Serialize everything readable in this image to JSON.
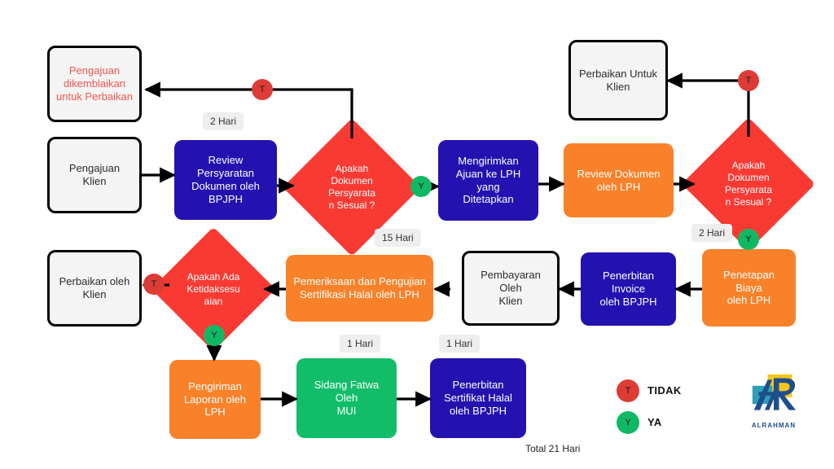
{
  "diagram": {
    "title": "Alur Proses Sertifikasi Halal",
    "colors": {
      "plain_fill": "#f4f4f4",
      "plain_border": "#000000",
      "blue": "#2312b0",
      "orange": "#f9812a",
      "red": "#f93a33",
      "green": "#12bd6a",
      "badge_no": "#dd3b35",
      "badge_yes": "#11b863",
      "red_text": "#f4554f",
      "day_label_bg": "#eeeeee"
    }
  },
  "nodes": {
    "pengajuan_dikembalikan": "Pengajuan\ndikemblaikan\nuntuk Perbaikan",
    "pengajuan_klien": "Pengajuan Klien",
    "review_persyaratan": "Review\nPersyaratan\nDokumen oleh\nBPJPH",
    "diamond_dokumen_1": "Apakah\nDokumen\nPersyarata\nn Sesual ?",
    "mengirimkan_ajuan": "Mengirimkan\nAjuan ke LPH yang\nDitetapkan",
    "review_dokumen_lph": "Review Dokumen\noleh LPH",
    "perbaikan_untuk_klien": "Perbaikan Untuk\nKlien",
    "diamond_dokumen_2": "Apakah\nDokumen\nPersyarata\nn Sesual ?",
    "penetapan_biaya": "Penetapan Biaya\noleh LPH",
    "penerbitan_invoice": "Penerbitan Invoice\noleh BPJPH",
    "pembayaran_klien": "Pembayaran Oleh\nKlien",
    "pemeriksaan_pengujian": "Pemeriksaan dan Pengujian\nSertifikasi Halal oleh LPH",
    "diamond_ketidaksesuaian": "Apakah Ada\nKetidaksesu\naian",
    "perbaikan_oleh_klien": "Perbaikan oleh\nKlien",
    "pengiriman_laporan": "Pengiriman\nLaporan oleh LPH",
    "sidang_fatwa": "Sidang Fatwa Oleh\nMUI",
    "penerbitan_sertifikat": "Penerbitan\nSertifikat Halal\noleh BPJPH"
  },
  "badges": {
    "t1": "T",
    "y1": "Y",
    "t2": "T",
    "y2": "Y",
    "t3": "T",
    "y3": "Y"
  },
  "day_labels": {
    "d1": "2 Hari",
    "d2": "15 Hari",
    "d3": "2 Hari",
    "d4": "1 Hari",
    "d5": "1 Hari"
  },
  "total": {
    "text": "Total 21 Hari"
  },
  "legend": {
    "no_badge": "T",
    "no_label": "TIDAK",
    "yes_badge": "Y",
    "yes_label": "YA"
  },
  "logo": {
    "name": "ALRAHMAN"
  }
}
